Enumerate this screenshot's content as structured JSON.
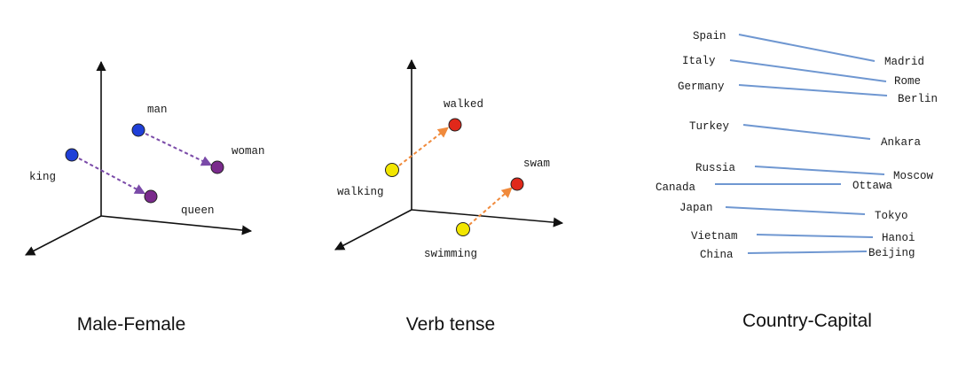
{
  "panels": {
    "male_female": {
      "caption": "Male-Female",
      "labels": {
        "man": "man",
        "woman": "woman",
        "king": "king",
        "queen": "queen"
      },
      "colors": {
        "blue": "#1f3fd8",
        "purple": "#7a2a8c",
        "arrow": "#7a4aa8"
      }
    },
    "verb_tense": {
      "caption": "Verb tense",
      "labels": {
        "walked": "walked",
        "walking": "walking",
        "swam": "swam",
        "swimming": "swimming"
      },
      "colors": {
        "yellow": "#f2e600",
        "red": "#e0281a",
        "arrow": "#f08a3c"
      }
    },
    "country_capital": {
      "caption": "Country-Capital",
      "line_color": "#6f97d1",
      "pairs": [
        {
          "country": "Spain",
          "capital": "Madrid"
        },
        {
          "country": "Italy",
          "capital": "Rome"
        },
        {
          "country": "Germany",
          "capital": "Berlin"
        },
        {
          "country": "Turkey",
          "capital": "Ankara"
        },
        {
          "country": "Russia",
          "capital": "Moscow"
        },
        {
          "country": "Canada",
          "capital": "Ottawa"
        },
        {
          "country": "Japan",
          "capital": "Tokyo"
        },
        {
          "country": "Vietnam",
          "capital": "Hanoi"
        },
        {
          "country": "China",
          "capital": "Beijing"
        }
      ]
    }
  }
}
